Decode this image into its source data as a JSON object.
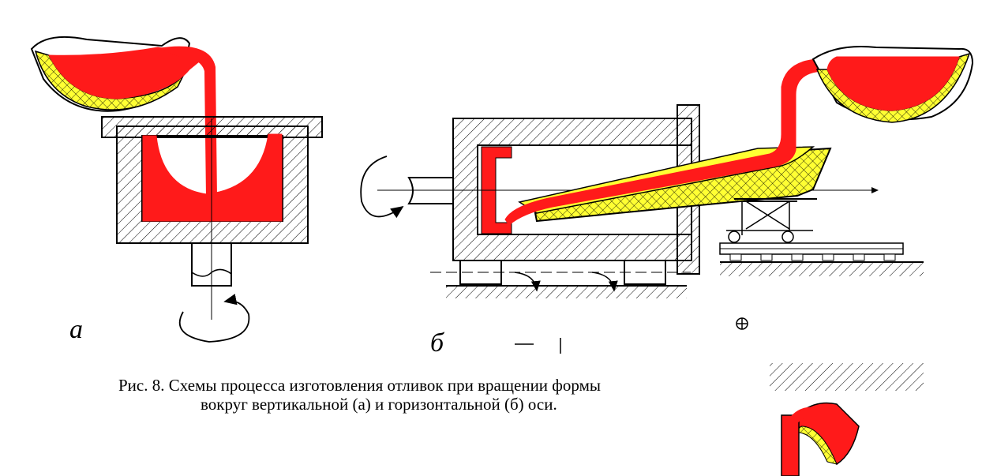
{
  "labels": {
    "a": "а",
    "b": "б"
  },
  "caption": {
    "line1": "Рис. 8. Схемы процесса изготовления отливок при вращении формы",
    "line2": "вокруг вертикальной (а) и горизонтальной (б) оси."
  },
  "colors": {
    "metal": "#ff1a1a",
    "lining": "#ffff33",
    "outline": "#000000",
    "hatch": "#000000",
    "background": "#ffffff"
  }
}
